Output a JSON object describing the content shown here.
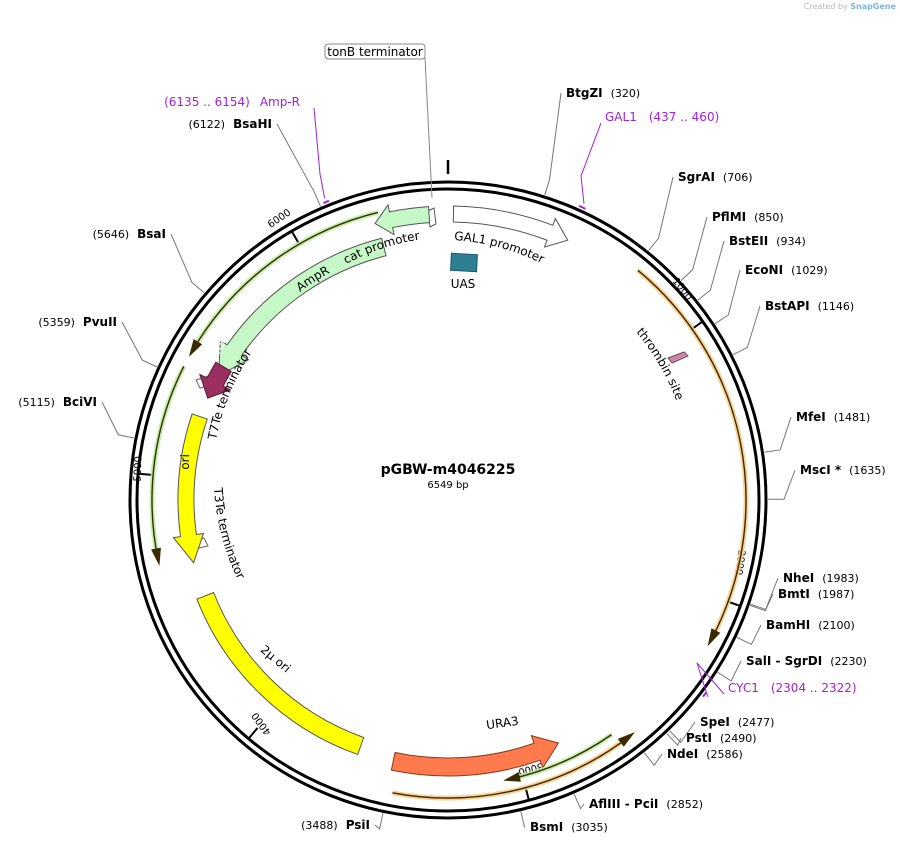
{
  "credit": {
    "prefix": "Created by",
    "brand": "SnapGene"
  },
  "plasmid": {
    "name": "pGBW-m4046225",
    "length_label": "6549 bp",
    "length": 6549
  },
  "ticks": [
    {
      "pos": 1000,
      "label": "1000"
    },
    {
      "pos": 2000,
      "label": "2000"
    },
    {
      "pos": 3000,
      "label": "3000"
    },
    {
      "pos": 4000,
      "label": "4000"
    },
    {
      "pos": 5000,
      "label": "5000"
    },
    {
      "pos": 6000,
      "label": "6000"
    }
  ],
  "sites": [
    {
      "id": "btgzi",
      "name": "BtgZI",
      "pos_label": "(320)",
      "pos": 320
    },
    {
      "id": "sgrai",
      "name": "SgrAI",
      "pos_label": "(706)",
      "pos": 706
    },
    {
      "id": "pflmi",
      "name": "PflMI",
      "pos_label": "(850)",
      "pos": 850
    },
    {
      "id": "bsteii",
      "name": "BstEII",
      "pos_label": "(934)",
      "pos": 934
    },
    {
      "id": "econi",
      "name": "EcoNI",
      "pos_label": "(1029)",
      "pos": 1029
    },
    {
      "id": "bstapi",
      "name": "BstAPI",
      "pos_label": "(1146)",
      "pos": 1146
    },
    {
      "id": "mfei",
      "name": "MfeI",
      "pos_label": "(1481)",
      "pos": 1481
    },
    {
      "id": "msci",
      "name": "MscI *",
      "pos_label": "(1635)",
      "pos": 1635
    },
    {
      "id": "nhei",
      "name": "NheI",
      "pos_label": "(1983)",
      "pos": 1983
    },
    {
      "id": "bmti",
      "name": "BmtI",
      "pos_label": "(1987)",
      "pos": 1987
    },
    {
      "id": "bamhi",
      "name": "BamHI",
      "pos_label": "(2100)",
      "pos": 2100
    },
    {
      "id": "sali",
      "name": "SalI  -  SgrDI",
      "pos_label": "(2230)",
      "pos": 2230
    },
    {
      "id": "spei",
      "name": "SpeI",
      "pos_label": "(2477)",
      "pos": 2477
    },
    {
      "id": "psti",
      "name": "PstI",
      "pos_label": "(2490)",
      "pos": 2490
    },
    {
      "id": "ndei",
      "name": "NdeI",
      "pos_label": "(2586)",
      "pos": 2586
    },
    {
      "id": "afliii",
      "name": "AflIII  -  PciI",
      "pos_label": "(2852)",
      "pos": 2852
    },
    {
      "id": "bsmi",
      "name": "BsmI",
      "pos_label": "(3035)",
      "pos": 3035
    },
    {
      "id": "psii",
      "name": "PsiI",
      "pos_label": "(3488)",
      "pos": 3488
    },
    {
      "id": "bcivi",
      "name": "BciVI",
      "pos_label": "(5115)",
      "pos": 5115
    },
    {
      "id": "pvuii",
      "name": "PvuII",
      "pos_label": "(5359)",
      "pos": 5359
    },
    {
      "id": "bsai",
      "name": "BsaI",
      "pos_label": "(5646)",
      "pos": 5646
    },
    {
      "id": "bsahi",
      "name": "BsaHI",
      "pos_label": "(6122)",
      "pos": 6122
    }
  ],
  "primers": [
    {
      "id": "gal1",
      "name": "GAL1",
      "range_label": "(437 .. 460)",
      "start": 437,
      "end": 460
    },
    {
      "id": "cyc1",
      "name": "CYC1",
      "range_label": "(2304 .. 2322)",
      "start": 2304,
      "end": 2322
    },
    {
      "id": "ampr",
      "name": "Amp-R",
      "range_label": "(6135 .. 6154)",
      "start": 6135,
      "end": 6154
    }
  ],
  "features": [
    {
      "id": "gal1-promoter",
      "label": "GAL1 promoter"
    },
    {
      "id": "uas",
      "label": "UAS"
    },
    {
      "id": "cat-promoter",
      "label": "cat promoter"
    },
    {
      "id": "ampr",
      "label": "AmpR"
    },
    {
      "id": "rop",
      "label": "rop"
    },
    {
      "id": "t7te",
      "label": "T7Te terminator"
    },
    {
      "id": "ori",
      "label": "ori"
    },
    {
      "id": "t3te",
      "label": "T3Te terminator"
    },
    {
      "id": "2mu-ori",
      "label": "2μ ori"
    },
    {
      "id": "ura3",
      "label": "URA3"
    },
    {
      "id": "thrombin",
      "label": "thrombin site"
    },
    {
      "id": "tonb",
      "label": "tonB terminator"
    }
  ],
  "colors": {
    "backbone": "#000000",
    "orf_orange": "#f8c983",
    "ampr_green": "#c6f7c6",
    "yellow": "#ffff00",
    "rop": "#99305f",
    "ura3": "#ff7b4d",
    "uas": "#2f7f94",
    "primer": "#a31fd6",
    "thrombin": "#c98aa8"
  }
}
